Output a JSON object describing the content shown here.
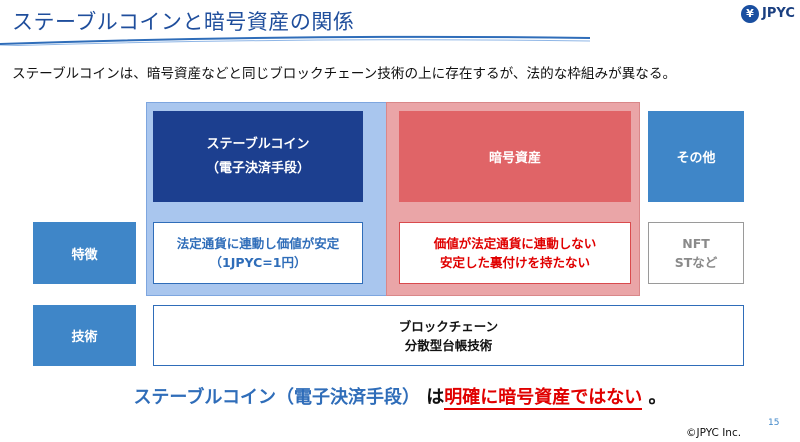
{
  "header": {
    "title": "ステーブルコインと暗号資産の関係",
    "logo_mark": "¥",
    "logo_text": "JPYC"
  },
  "subtitle": "ステーブルコインは、暗号資産などと同じブロックチェーン技術の上に存在するが、法的な枠組みが異なる。",
  "columns": {
    "stable": {
      "line1": "ステーブルコイン",
      "line2": "（電子決済手段）"
    },
    "crypto": {
      "label": "暗号資産"
    },
    "other": {
      "label": "その他"
    }
  },
  "rows": {
    "feature": "特徴",
    "tech": "技術"
  },
  "cells": {
    "stable_feature": {
      "line1": "法定通貨に連動し価値が安定",
      "line2": "（1JPYC=1円）"
    },
    "crypto_feature": {
      "line1": "価値が法定通貨に連動しない",
      "line2": "安定した裏付けを持たない"
    },
    "other_feature": {
      "line1": "NFT",
      "line2": "STなど"
    },
    "tech": {
      "line1": "ブロックチェーン",
      "line2": "分散型台帳技術"
    }
  },
  "conclusion": {
    "part1": "ステーブルコイン（電子決済手段）",
    "part2": " は",
    "part3": "明確に暗号資産ではない",
    "part4": " 。"
  },
  "footer": {
    "page": "15",
    "copyright": "©JPYC Inc."
  },
  "colors": {
    "navy": "#1c3f8f",
    "accent_blue": "#3f86c8",
    "red": "#e06467",
    "alert_red": "#e00000"
  }
}
